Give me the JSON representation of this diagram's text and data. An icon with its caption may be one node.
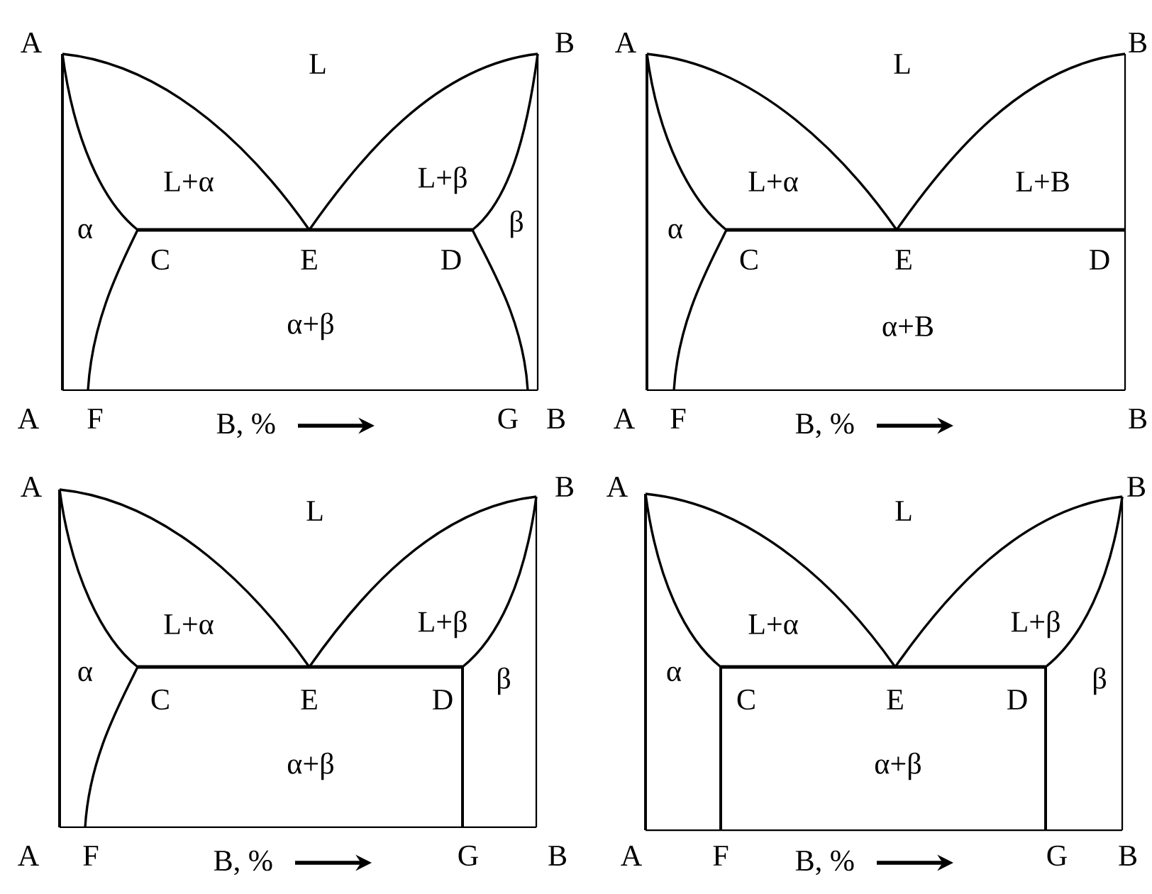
{
  "diagram": {
    "labels": [
      "A",
      "B",
      "L",
      "L+α",
      "L+β",
      "α",
      "β",
      "C",
      "E",
      "D",
      "α+β",
      "A",
      "F",
      "B, %",
      "G",
      "B",
      "A",
      "B",
      "L",
      "L+α",
      "L+B",
      "α",
      "C",
      "E",
      "D",
      "α+B",
      "A",
      "F",
      "B, %",
      "B",
      "A",
      "B",
      "L",
      "L+α",
      "L+β",
      "α",
      "β",
      "C",
      "E",
      "D",
      "α+β",
      "A",
      "F",
      "B, %",
      "G",
      "B",
      "A",
      "B",
      "L",
      "L+α",
      "L+β",
      "α",
      "β",
      "C",
      "E",
      "D",
      "α+β",
      "A",
      "F",
      "B, %",
      "G",
      "B"
    ]
  }
}
